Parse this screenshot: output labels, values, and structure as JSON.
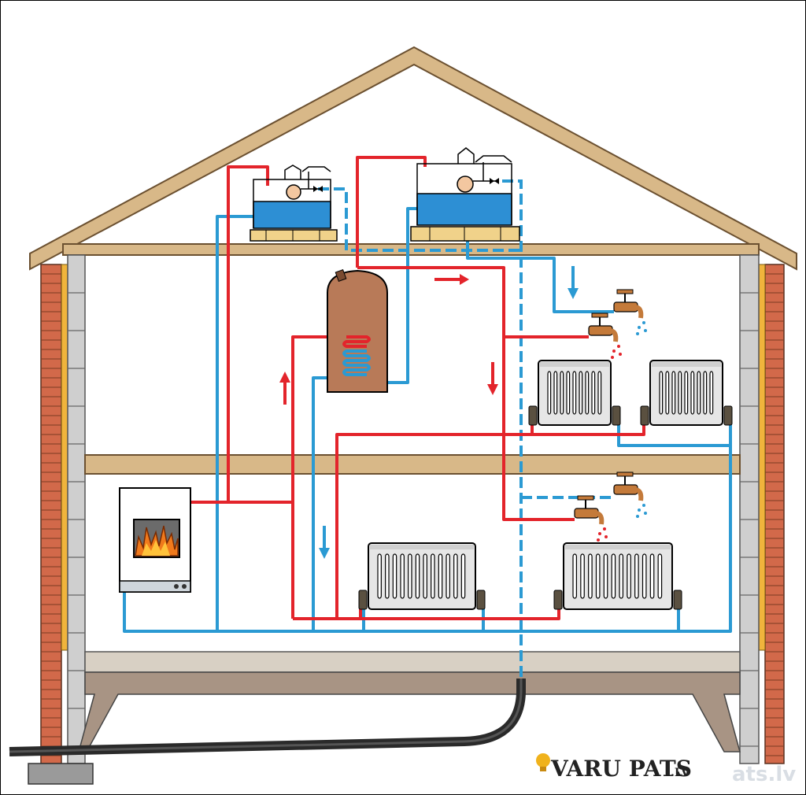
{
  "logo": {
    "brand": "VARU PATS",
    "suffix": ".LV",
    "watermark": "ats.lv"
  },
  "colors": {
    "hot_pipe": "#e3242b",
    "cold_pipe": "#2b9ad3",
    "roof": "#d8b888",
    "brick": "#d2694a",
    "wall_block": "#cfcfcf",
    "radiator": "#e6e6e6",
    "tank_water": "#2d8fd4",
    "boiler": "#b87a58",
    "tap": "#c47a3a",
    "ground_pipe": "#2a2a2a"
  },
  "icons": [
    "flame-icon",
    "arrow-up-icon",
    "arrow-down-icon",
    "arrow-right-icon",
    "water-tap-icon",
    "float-valve-icon"
  ]
}
